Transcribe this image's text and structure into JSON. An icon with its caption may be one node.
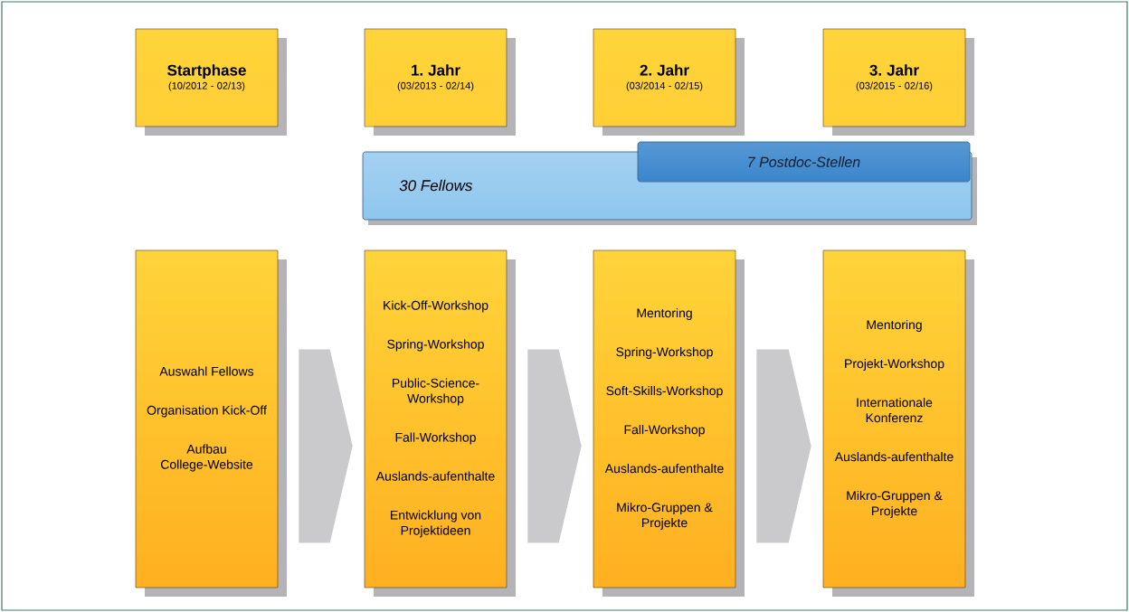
{
  "diagram": {
    "nodes": [
      {
        "text": [
          "Startphase",
          "(10/2012 - 02/13)"
        ]
      },
      {
        "text": [
          "1. Jahr",
          "(03/2013 - 02/14)"
        ]
      },
      {
        "text": [
          "2. Jahr",
          "(03/2014 - 02/15)"
        ]
      },
      {
        "text": [
          "3. Jahr",
          "(03/2015 - 02/16)"
        ]
      },
      {
        "text": [
          "30 Fellows"
        ]
      },
      {
        "text": [
          "7 Postdoc-Stellen"
        ]
      },
      {
        "text": [
          "Auswahl Fellows",
          "Organisation Kick-Off",
          "Aufbau College-Website"
        ]
      },
      {
        "text": [
          "Kick-Off-Workshop",
          "Spring-Workshop",
          "Public-Science-Workshop",
          "Fall-Workshop",
          "Auslands-aufenthalte",
          "Entwicklung von Projektideen"
        ]
      },
      {
        "text": [
          "Mentoring",
          "Spring-Workshop",
          "Soft-Skills-Workshop",
          "Fall-Workshop",
          "Auslands-aufenthalte",
          "Mikro-Gruppen & Projekte"
        ]
      },
      {
        "text": [
          "Mentoring",
          "Projekt-Workshop",
          "Internationale Konferenz",
          "Auslands-aufenthalte",
          "Mikro-Gruppen & Projekte"
        ]
      }
    ],
    "edges": [
      {
        "from": 6,
        "to": 7,
        "arrow": "to"
      },
      {
        "from": 7,
        "to": 8,
        "arrow": "to"
      },
      {
        "from": 8,
        "to": 9,
        "arrow": "to"
      }
    ]
  }
}
